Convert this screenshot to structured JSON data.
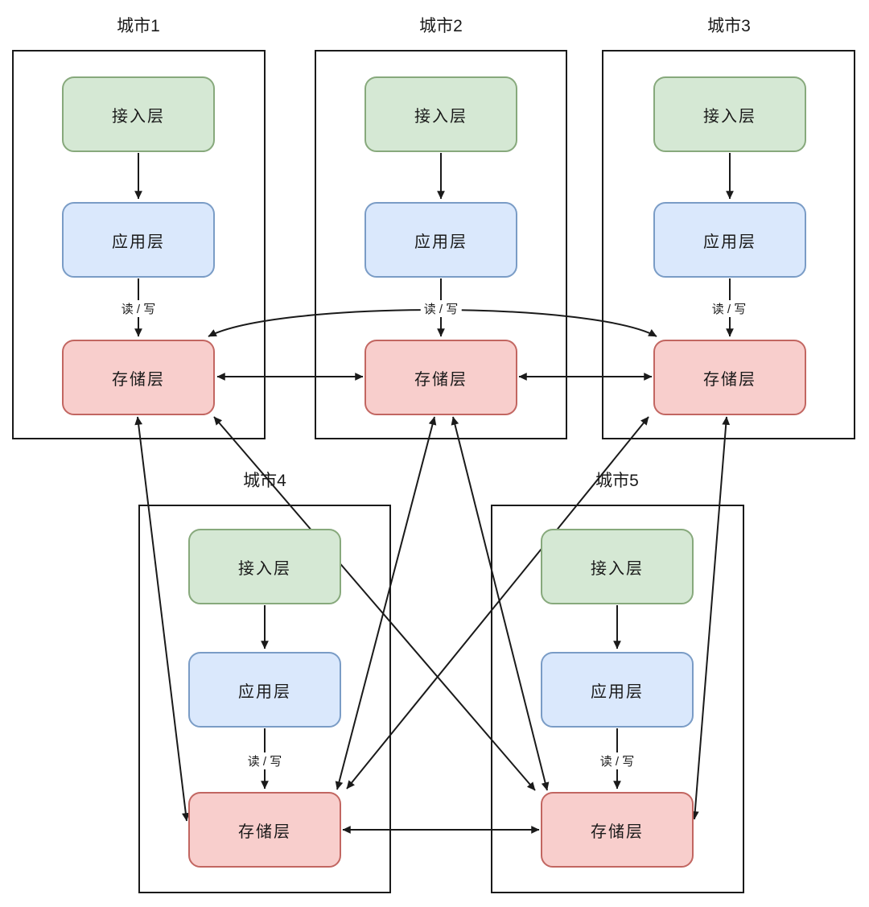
{
  "diagram": {
    "description": "Multi-city three-tier architecture with fully meshed storage replication",
    "colors": {
      "access_fill": "#d5e8d4",
      "access_stroke": "#87a97c",
      "app_fill": "#dae8fc",
      "app_stroke": "#7a9cc6",
      "storage_fill": "#f8cecc",
      "storage_stroke": "#c26661",
      "line": "#1a1a1a",
      "background": "#ffffff"
    },
    "cities": [
      {
        "title": "城市1",
        "layers": {
          "access": "接入层",
          "app": "应用层",
          "storage": "存储层"
        },
        "rw_label": "读 / 写"
      },
      {
        "title": "城市2",
        "layers": {
          "access": "接入层",
          "app": "应用层",
          "storage": "存储层"
        },
        "rw_label": "读 / 写"
      },
      {
        "title": "城市3",
        "layers": {
          "access": "接入层",
          "app": "应用层",
          "storage": "存储层"
        },
        "rw_label": "读 / 写"
      },
      {
        "title": "城市4",
        "layers": {
          "access": "接入层",
          "app": "应用层",
          "storage": "存储层"
        },
        "rw_label": "读 / 写"
      },
      {
        "title": "城市5",
        "layers": {
          "access": "接入层",
          "app": "应用层",
          "storage": "存储层"
        },
        "rw_label": "读 / 写"
      }
    ],
    "intra_city_flows": [
      {
        "from": "接入层",
        "to": "应用层",
        "label": ""
      },
      {
        "from": "应用层",
        "to": "存储层",
        "label": "读 / 写"
      }
    ],
    "storage_mesh_edges": [
      {
        "from": "城市1 存储层",
        "to": "城市2 存储层",
        "bidirectional": true,
        "shape": "straight"
      },
      {
        "from": "城市2 存储层",
        "to": "城市3 存储层",
        "bidirectional": true,
        "shape": "straight"
      },
      {
        "from": "城市1 存储层",
        "to": "城市3 存储层",
        "bidirectional": true,
        "shape": "arc-over-top"
      },
      {
        "from": "城市4 存储层",
        "to": "城市5 存储层",
        "bidirectional": true,
        "shape": "straight"
      },
      {
        "from": "城市1 存储层",
        "to": "城市4 存储层",
        "bidirectional": true,
        "shape": "straight"
      },
      {
        "from": "城市1 存储层",
        "to": "城市5 存储层",
        "bidirectional": true,
        "shape": "straight"
      },
      {
        "from": "城市2 存储层",
        "to": "城市4 存储层",
        "bidirectional": true,
        "shape": "straight"
      },
      {
        "from": "城市2 存储层",
        "to": "城市5 存储层",
        "bidirectional": true,
        "shape": "straight"
      },
      {
        "from": "城市3 存储层",
        "to": "城市4 存储层",
        "bidirectional": true,
        "shape": "straight"
      },
      {
        "from": "城市3 存储层",
        "to": "城市5 存储层",
        "bidirectional": true,
        "shape": "straight"
      }
    ]
  }
}
